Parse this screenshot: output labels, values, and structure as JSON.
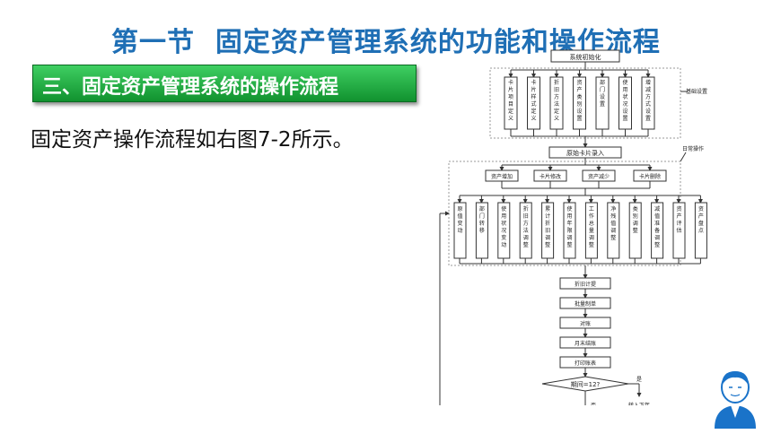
{
  "slide": {
    "title": "第一节  固定资产管理系统的功能和操作流程",
    "section": "三、固定资产管理系统的操作流程",
    "body": "固定资产操作流程如右图7-2所示。"
  },
  "flowchart": {
    "top_box": "系统初始化",
    "setup_label": "基础设置",
    "setup_items": [
      "卡片项目定义",
      "卡片样式定义",
      "折旧方法定义",
      "资产类别设置",
      "部门设置",
      "使用状况设置",
      "增减方式设置"
    ],
    "card_entry": "原始卡片录入",
    "daily_label": "日常操作",
    "ops": [
      "资产增加",
      "卡片修改",
      "资产减少",
      "卡片删除"
    ],
    "change_items": [
      "原值变动",
      "部门转移",
      "使用状况变动",
      "折旧方法调整",
      "累计折旧调整",
      "使用年限调整",
      "工作总量调整",
      "净残值调整",
      "类别调整",
      "减值准备调整",
      "资产评估",
      "资产盘点"
    ],
    "process_steps": [
      "折旧计提",
      "批量制单",
      "对账",
      "月末结账",
      "打印账表"
    ],
    "decision": "期间=12?",
    "yes_label": "是",
    "no_label": "否",
    "next_year": "转入下年"
  },
  "colors": {
    "title": "#1f6fb5",
    "section_bar": "#22b14c",
    "section_text": "#ffffff",
    "avatar": "#1a73c9"
  },
  "icons": {
    "presenter": "person-avatar-icon"
  }
}
